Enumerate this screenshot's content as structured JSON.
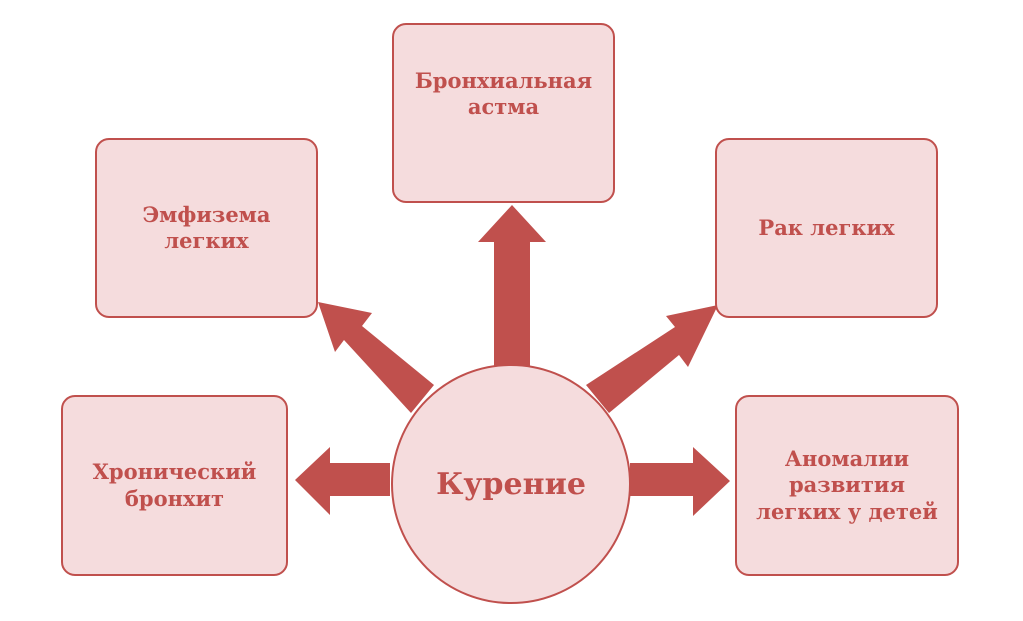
{
  "diagram": {
    "center": {
      "label": "Курение"
    },
    "nodes": {
      "asthma": "Бронхиальная\nастма",
      "emphysema": "Эмфизема\nлегких",
      "cancer": "Рак легких",
      "bronchitis": "Хронический\nбронхит",
      "anomalies": "Аномалии\nразвития\nлегких у детей"
    },
    "colors": {
      "accent": "#c0504d",
      "fill": "#f5dcdd"
    }
  }
}
